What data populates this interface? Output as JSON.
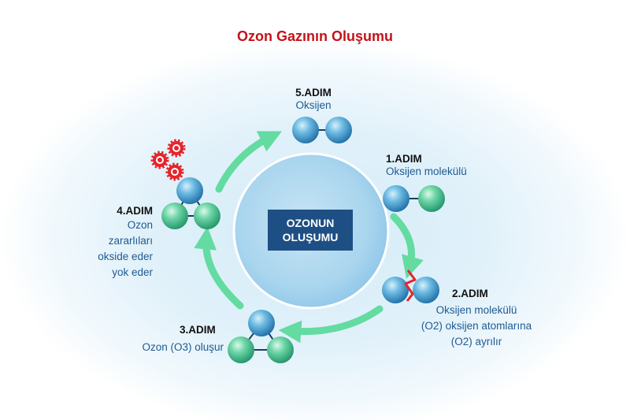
{
  "title": "Ozon Gazının Oluşumu",
  "center_label": "OZONUN OLUŞUMU",
  "steps": [
    {
      "step": "1.ADIM",
      "description": "Oksijen molekülü"
    },
    {
      "step": "2.ADIM",
      "description_lines": [
        "Oksijen molekülü",
        "(O2) oksijen atomlarına",
        "(O2) ayrılır"
      ]
    },
    {
      "step": "3.ADIM",
      "description": "Ozon (O3) oluşur"
    },
    {
      "step": "4.ADIM",
      "description_lines": [
        "Ozon",
        "zararlıları",
        "okside eder",
        "yok eder"
      ]
    },
    {
      "step": "5.ADIM",
      "description": "Oksijen"
    }
  ],
  "colors": {
    "title": "#c4121a",
    "arrow": "#63dba1",
    "atom_blue": "#3d9fd1",
    "atom_green": "#4ec98d",
    "center_label_bg": "#1e4f84",
    "description_text": "#1e5a91",
    "pollutant": "#e3262d",
    "break_mark": "#e3262d"
  },
  "icons": [
    "pollutant-virus-icon",
    "bond-break-icon",
    "cycle-arrow-icon"
  ]
}
